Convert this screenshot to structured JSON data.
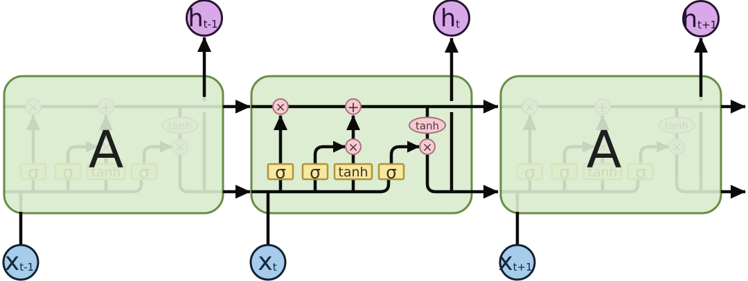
{
  "figure": {
    "kind": "LSTM recurrent neural network unrolled chain diagram",
    "cell_left": {
      "label": "A"
    },
    "cell_right": {
      "label": "A"
    },
    "gates": {
      "forget": "σ",
      "input": "σ",
      "candidate": "tanh",
      "output": "σ"
    },
    "operators": {
      "forget_mul": "×",
      "state_add": "+",
      "input_mul": "×",
      "output_mul": "×",
      "state_tanh": "tanh"
    },
    "hidden_outputs": {
      "prev": {
        "base": "h",
        "sub": "t-1"
      },
      "curr": {
        "base": "h",
        "sub": "t"
      },
      "next": {
        "base": "h",
        "sub": "t+1"
      }
    },
    "inputs": {
      "prev": {
        "base": "x",
        "sub": "t-1"
      },
      "curr": {
        "base": "x",
        "sub": "t"
      },
      "next": {
        "base": "x",
        "sub": "t+1"
      }
    },
    "colors": {
      "cell_fill": "#dcedd2",
      "cell_border": "#698c44",
      "gate_fill": "#f7e8a0",
      "gate_border": "#b09339",
      "op_fill": "#f5cbd2",
      "op_border": "#a6717f",
      "hidden_fill": "#d8a8e8",
      "hidden_border": "#241430",
      "input_fill": "#a6cbeb",
      "input_border": "#12202e",
      "line": "#0b0b0b"
    }
  }
}
